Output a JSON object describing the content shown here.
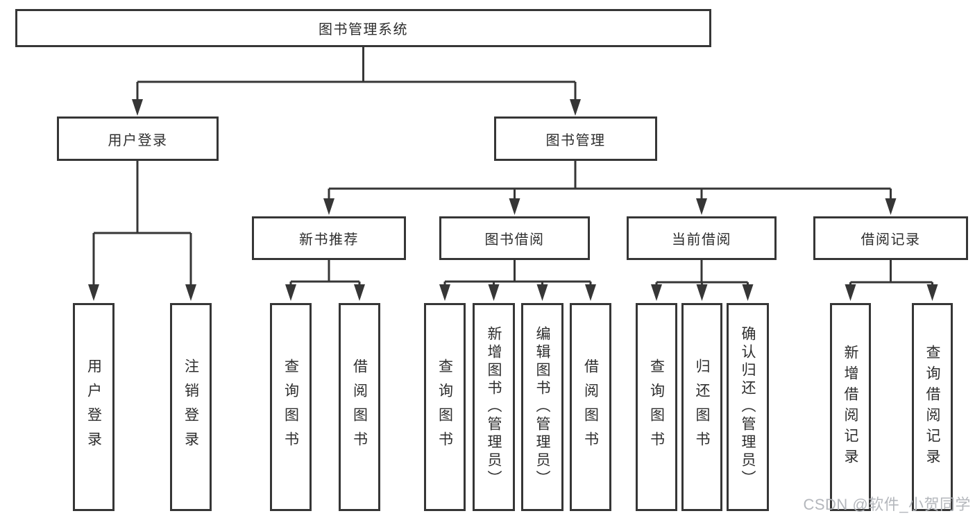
{
  "nodes": {
    "root": "图书管理系统",
    "user_login_branch": "用户登录",
    "book_mgmt_branch": "图书管理",
    "new_book_rec": "新书推荐",
    "book_borrow": "图书借阅",
    "current_borrow": "当前借阅",
    "borrow_records": "借阅记录",
    "leaf_user_login": "用户登录",
    "leaf_logout": "注销登录",
    "leaf_nbr_query": "查询图书",
    "leaf_nbr_borrow": "借阅图书",
    "leaf_bb_query": "查询图书",
    "leaf_bb_add": "新增图书（管理员）",
    "leaf_bb_edit": "编辑图书（管理员）",
    "leaf_bb_borrow": "借阅图书",
    "leaf_cb_query": "查询图书",
    "leaf_cb_return": "归还图书",
    "leaf_cb_confirm": "确认归还（管理员）",
    "leaf_br_add": "新增借阅记录",
    "leaf_br_query": "查询借阅记录"
  },
  "watermark": {
    "text": "CSDN @软件_小贺同学"
  },
  "colors": {
    "line": "#363636",
    "text": "#2d2d2d",
    "background": "#ffffff",
    "watermark": "#b4b7bc"
  }
}
